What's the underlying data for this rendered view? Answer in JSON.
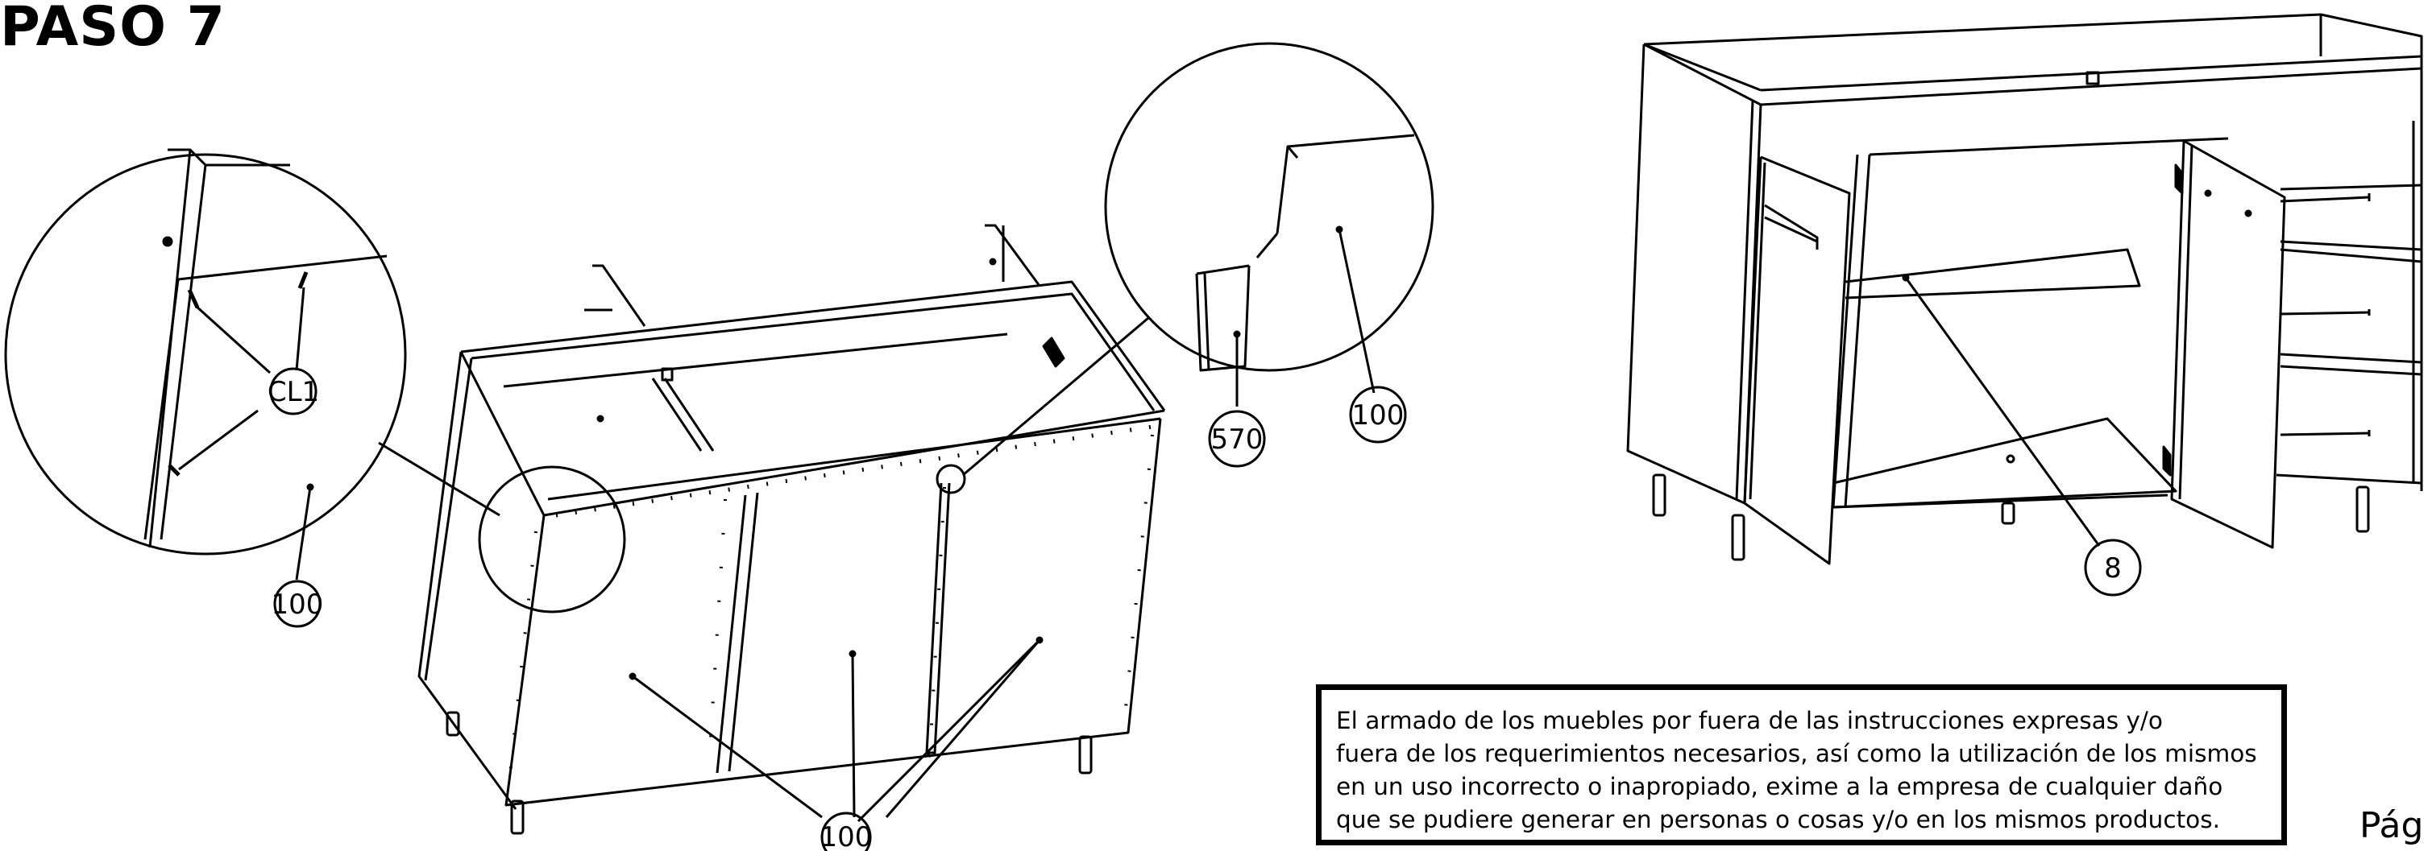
{
  "header": {
    "step_title": "PASO 7"
  },
  "callouts": {
    "cl1": "CL1",
    "p100_detail_left": "100",
    "p570": "570",
    "p100_detail_right": "100",
    "p100_doors": "100",
    "p8": "8"
  },
  "disclaimer": {
    "lines": [
      "El armado de los muebles por fuera de las instrucciones expresas y/o",
      "fuera de los requerimientos necesarios, así como la utilización de los mismos",
      "en un uso incorrecto o inapropiado, exime a la empresa de cualquier daño",
      "que se pudiere generar en personas o cosas y/o en los mismos productos."
    ]
  },
  "footer": {
    "page_label": "Pág"
  }
}
